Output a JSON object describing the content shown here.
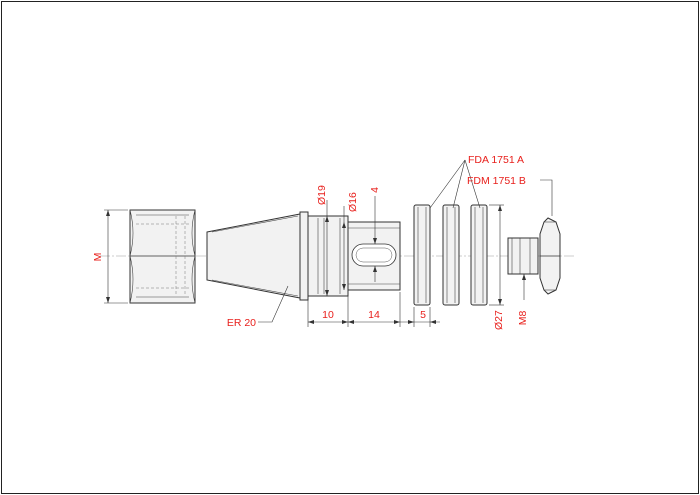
{
  "drawing": {
    "labels": {
      "thread_nut": "M",
      "collet_type": "ER 20",
      "dia_19": "19",
      "dia_16": "16",
      "slot_width": "4",
      "len_10": "10",
      "len_14": "14",
      "len_5": "5",
      "dia_27": "27",
      "screw_thread": "M8",
      "washer_a": "FDA 1751 A",
      "washer_b": "FDM 1751 B"
    },
    "diameter_symbol": "Ø",
    "colors": {
      "label": "#e8201c",
      "line": "#333333",
      "fill": "#f2f2f2",
      "centerline": "#9a9a9a",
      "border": "#222222"
    }
  }
}
